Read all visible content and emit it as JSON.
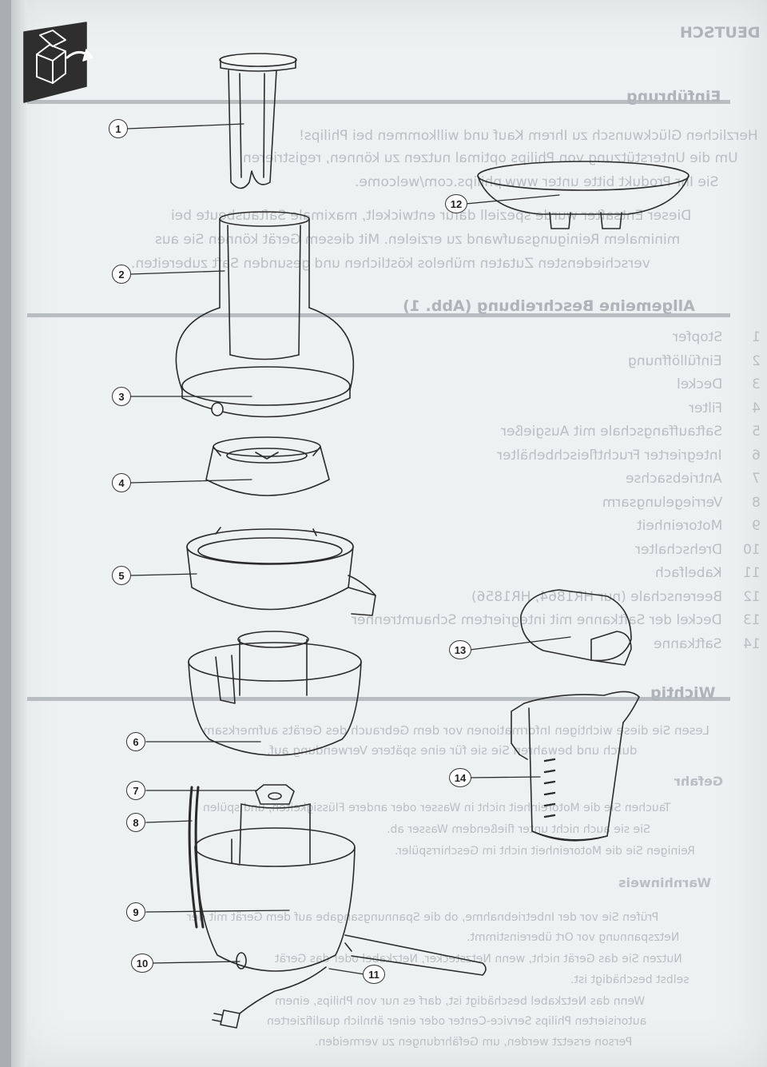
{
  "callouts": [
    "1",
    "2",
    "3",
    "4",
    "5",
    "6",
    "7",
    "8",
    "9",
    "10",
    "11",
    "12",
    "13",
    "14"
  ],
  "ghost_text": {
    "heading_intro": "Einführung",
    "intro_line_1": "Herzlichen Glückwunsch zu Ihrem Kauf und willkommen bei Philips!",
    "intro_line_2": "Um die Unterstützung von Philips optimal nutzen zu können, registrieren",
    "intro_line_3": "Sie Ihr Produkt bitte unter www.philips.com/welcome.",
    "intro_line_4": "Dieser Entsafter wurde speziell dafür entwickelt, maximale Saftausbeute bei",
    "intro_line_5": "minimalem Reinigungsaufwand zu erzielen. Mit diesem Gerät können Sie aus",
    "intro_line_6": "verschiedensten Zutaten mühelos köstlichen und gesunden Saft zubereiten.",
    "heading_general": "Allgemeine Beschreibung (Abb. 1)",
    "parts": [
      {
        "num": "1",
        "label": "Stopfer"
      },
      {
        "num": "2",
        "label": "Einfüllöffnung"
      },
      {
        "num": "3",
        "label": "Deckel"
      },
      {
        "num": "4",
        "label": "Filter"
      },
      {
        "num": "5",
        "label": "Saftauffangschale mit Ausgießer"
      },
      {
        "num": "6",
        "label": "Integrierter Fruchtfleischbehälter"
      },
      {
        "num": "7",
        "label": "Antriebsachse"
      },
      {
        "num": "8",
        "label": "Verriegelungsarm"
      },
      {
        "num": "9",
        "label": "Motoreinheit"
      },
      {
        "num": "10",
        "label": "Drehschalter"
      },
      {
        "num": "11",
        "label": "Kabelfach"
      },
      {
        "num": "12",
        "label": "Beerenschale (nur HR1864, HR1856)"
      },
      {
        "num": "13",
        "label": "Deckel der Saftkanne mit integriertem Schaumtrenner"
      },
      {
        "num": "14",
        "label": "Saftkanne"
      }
    ],
    "heading_important": "Wichtig",
    "important_line_1": "Lesen Sie diese wichtigen Informationen vor dem Gebrauch des Geräts aufmerksam",
    "important_line_2": "durch und bewahren Sie sie für eine spätere Verwendung auf.",
    "danger_title": "Gefahr",
    "danger_line_1": "Tauchen Sie die Motoreinheit nicht in Wasser oder andere Flüssigkeiten, und spülen",
    "danger_line_2": "Sie sie auch nicht unter fließendem Wasser ab.",
    "danger_line_3": "Reinigen Sie die Motoreinheit nicht im Geschirrspüler.",
    "warning_title": "Warnhinweis",
    "warning_line_1": "Prüfen Sie vor der Inbetriebnahme, ob die Spannungsangabe auf dem Gerät mit der",
    "warning_line_2": "Netzspannung vor Ort übereinstimmt.",
    "warning_line_3": "Nutzen Sie das Gerät nicht, wenn Netzstecker, Netzkabel oder das Gerät",
    "warning_line_4": "selbst beschädigt ist.",
    "warning_line_5": "Wenn das Netzkabel beschädigt ist, darf es nur von Philips, einem",
    "warning_line_6": "autorisierten Philips Service-Center oder einer ähnlich qualifizierten",
    "warning_line_7": "Person ersetzt werden, um Gefährdungen zu vermeiden.",
    "header_lang": "DEUTSCH"
  },
  "colors": {
    "paper": "#eef1f1",
    "ink": "#2b2b2b",
    "icon_fill": "#2e2e2e",
    "ghost": "#b9bfc2"
  },
  "icons": [
    "fold-out-page-icon"
  ]
}
